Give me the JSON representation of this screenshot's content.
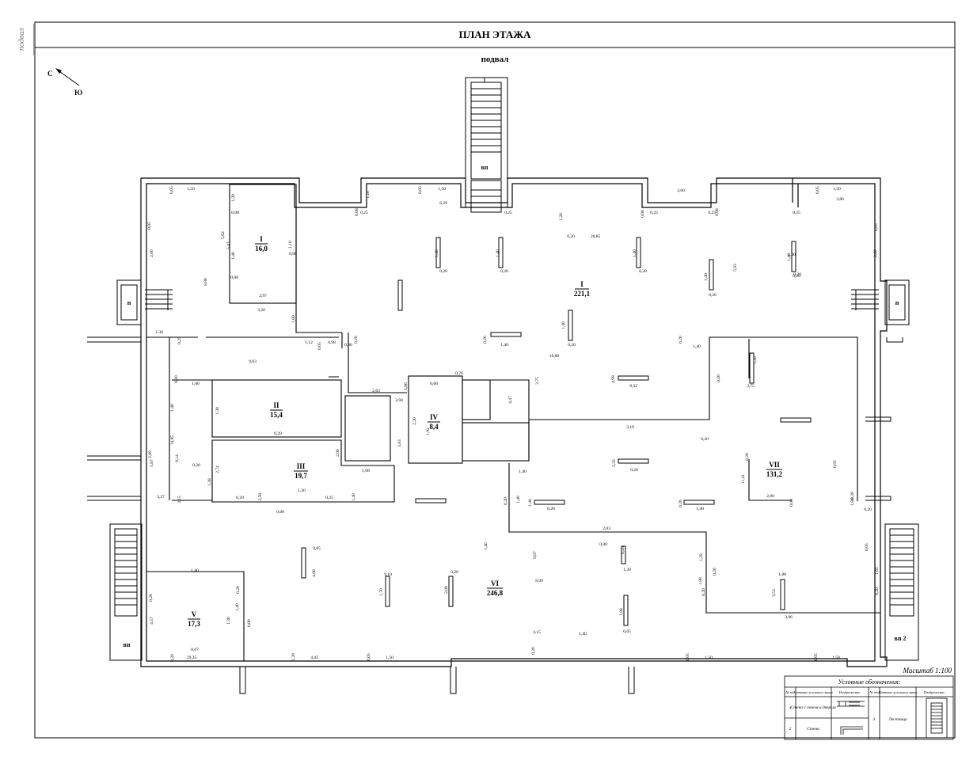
{
  "header": {
    "title": "ПЛАН ЭТАЖА",
    "side_label": "подвал"
  },
  "floor_label": "подвал",
  "compass": {
    "north": "С",
    "south": "Ю"
  },
  "scale": "Масштаб 1:100",
  "stairs": {
    "top": "вп",
    "left_upper": "п",
    "right_upper": "п",
    "left_lower": "вп",
    "right_lower": "вп 2"
  },
  "rooms": [
    {
      "num": "I",
      "area": "16,0"
    },
    {
      "num": "I",
      "area": "221,1"
    },
    {
      "num": "II",
      "area": "15,4"
    },
    {
      "num": "III",
      "area": "19,7"
    },
    {
      "num": "IV",
      "area": "8,4"
    },
    {
      "num": "V",
      "area": "17,3"
    },
    {
      "num": "VI",
      "area": "246,8"
    },
    {
      "num": "VII",
      "area": "131,2"
    }
  ],
  "dimensions": [
    "0,05",
    "1,50",
    "1,20",
    "0,08",
    "5,62",
    "5,43",
    "1,10",
    "0,08",
    "1,40",
    "0,08",
    "2,97",
    "3,20",
    "8,88",
    "0,05",
    "2,00",
    "1,60",
    "0,05",
    "1,50",
    "1,20",
    "6,29",
    "0,25",
    "0,08",
    "0,25",
    "1,20",
    "0,20",
    "26,85",
    "0,08",
    "0,25",
    "2,60",
    "0,25",
    "0,08",
    "0,25",
    "0,05",
    "1,50",
    "3,86",
    "0,05",
    "2,00",
    "1,40",
    "0,20",
    "1,40",
    "0,20",
    "1,40",
    "0,20",
    "1,40",
    "0,20",
    "1,40",
    "0,20",
    "5,93",
    "1,40",
    "0,20",
    "1,30",
    "0,25",
    "1,12",
    "0,05",
    "0,98",
    "0,30",
    "0,20",
    "9,03",
    "0,20",
    "1,40",
    "1,40",
    "0,20",
    "16,80",
    "3,75",
    "0,20",
    "1,40",
    "0,20",
    "1,20",
    "3,75",
    "1,80",
    "0,20",
    "1,30",
    "0,20",
    "2,63",
    "5,86",
    "2,94",
    "0,76",
    "0,68",
    "4,47",
    "2,20",
    "1,92",
    "3,83",
    "3,19",
    "4,99",
    "8,32",
    "0,20",
    "1,40",
    "14,95",
    "2,89",
    "5,87",
    "0,14",
    "0,20",
    "1,38",
    "2,74",
    "2,00",
    "1,08",
    "2,35",
    "0,20",
    "1,40",
    "0,20",
    "1,40",
    "0,20",
    "1,40",
    "0,20",
    "1,40",
    "0,95",
    "3,27",
    "3,15",
    "0,20",
    "12,38",
    "1,30",
    "0,25",
    "1,40",
    "0,08",
    "8,20",
    "2,00",
    "0,08",
    "11,41",
    "0,20",
    "1,80",
    "0,20",
    "2,03",
    "0,08",
    "0,25",
    "1,20",
    "9,07",
    "8,99",
    "1,28",
    "0,20",
    "1,88",
    "0,20",
    "1,88",
    "3,53",
    "0,05",
    "1,65",
    "0,20",
    "1,40",
    "4,88",
    "0,05",
    "1,70",
    "9,10",
    "2,00",
    "0,20",
    "1,40",
    "0,20",
    "1,40",
    "0,20",
    "4,57",
    "1,30",
    "0,08",
    "1,88",
    "0,05",
    "3,96",
    "4,15",
    "1,40",
    "0,20",
    "8,07",
    "0,20",
    "29,35",
    "1,20",
    "4,43",
    "0,05",
    "1,50",
    "0,05",
    "1,50",
    "0,05",
    "1,50",
    "0,05",
    "1,50",
    "0,05",
    "1,50"
  ],
  "legend": {
    "title": "Условные обозначения:",
    "headers": [
      "№ п/п",
      "Название условного знака",
      "Изображение",
      "№ п/п",
      "Название условного знака",
      "Изображение"
    ],
    "rows": [
      {
        "num": "1",
        "name": "Стена с окном и дверью"
      },
      {
        "num": "2",
        "name": "Стена"
      },
      {
        "num": "3",
        "name": "Лестница"
      }
    ]
  }
}
